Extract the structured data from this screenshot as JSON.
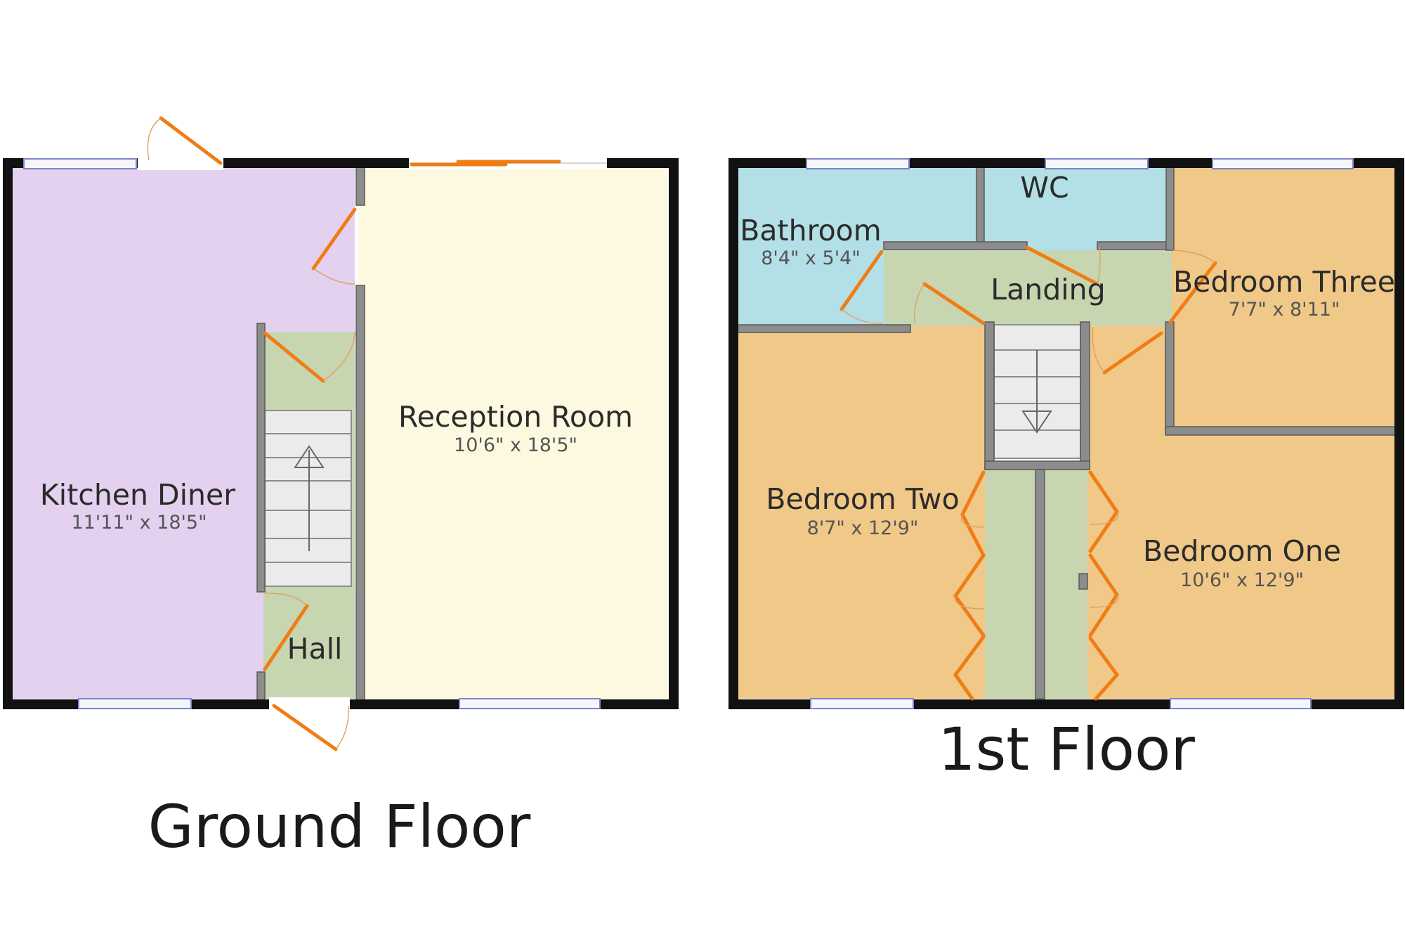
{
  "floors": {
    "ground": {
      "label": "Ground Floor",
      "rooms": {
        "kitchen": {
          "name": "Kitchen Diner",
          "dims": "11'11\" x 18'5\"",
          "color": "#e3d1ef"
        },
        "reception": {
          "name": "Reception Room",
          "dims": "10'6\" x 18'5\"",
          "color": "#fdf9e1"
        },
        "hall": {
          "name": "Hall",
          "color": "#c7d6b0"
        }
      }
    },
    "first": {
      "label": "1st Floor",
      "rooms": {
        "bathroom": {
          "name": "Bathroom",
          "dims": "8'4\" x 5'4\"",
          "color": "#b3dfe6"
        },
        "wc": {
          "name": "WC",
          "color": "#b3dfe6"
        },
        "landing": {
          "name": "Landing",
          "color": "#c7d6b0"
        },
        "bedroom_three": {
          "name": "Bedroom Three",
          "dims": "7'7\" x 8'11\"",
          "color": "#f0c888"
        },
        "bedroom_two": {
          "name": "Bedroom Two",
          "dims": "8'7\" x 12'9\"",
          "color": "#f0c888"
        },
        "bedroom_one": {
          "name": "Bedroom One",
          "dims": "10'6\" x 12'9\"",
          "color": "#f0c888"
        }
      }
    }
  },
  "colors": {
    "wall": "#111111",
    "door": "#f07d14",
    "window": "#7b86c7",
    "wardrobe": "#c7d6b0"
  }
}
